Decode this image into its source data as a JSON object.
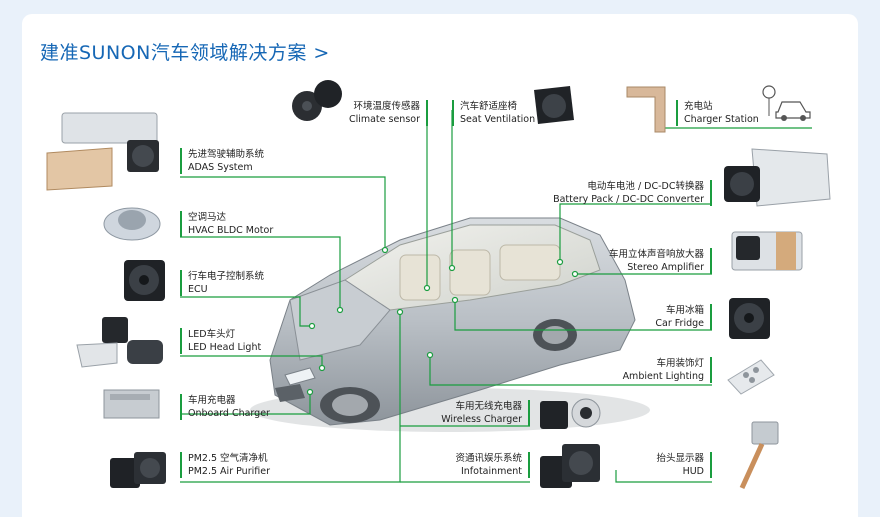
{
  "title": "建准SUNON汽车领域解决方案 >",
  "accent": "#1667b5",
  "line_color": "#1a9d3f",
  "labels": {
    "climate": {
      "cn": "环境温度传感器",
      "en": "Climate sensor"
    },
    "seat": {
      "cn": "汽车舒适座椅",
      "en": "Seat Ventilation"
    },
    "charger_station": {
      "cn": "充电站",
      "en": "Charger Station"
    },
    "adas": {
      "cn": "先进驾驶辅助系统",
      "en": "ADAS System"
    },
    "hvac": {
      "cn": "空调马达",
      "en": "HVAC BLDC Motor"
    },
    "ecu": {
      "cn": "行车电子控制系统",
      "en": "ECU"
    },
    "headlight": {
      "cn": "LED车头灯",
      "en": "LED Head Light"
    },
    "onboard": {
      "cn": "车用充电器",
      "en": "Onboard Charger"
    },
    "pm25": {
      "cn": "PM2.5 空气清净机",
      "en": "PM2.5 Air Purifier"
    },
    "battery": {
      "cn": "电动车电池 / DC-DC转换器",
      "en": "Battery Pack / DC-DC Converter"
    },
    "stereo": {
      "cn": "车用立体声音响放大器",
      "en": "Stereo Amplifier"
    },
    "fridge": {
      "cn": "车用冰箱",
      "en": "Car Fridge"
    },
    "ambient": {
      "cn": "车用装饰灯",
      "en": "Ambient Lighting"
    },
    "wireless": {
      "cn": "车用无线充电器",
      "en": "Wireless Charger"
    },
    "infotainment": {
      "cn": "资通讯娱乐系统",
      "en": "Infotainment"
    },
    "hud": {
      "cn": "抬头显示器",
      "en": "HUD"
    }
  },
  "icons": {
    "fan": "fan-icon",
    "blower": "blower-icon",
    "heatsink": "heatsink-icon",
    "car": "car-icon",
    "ev_charger": "ev-charger-icon"
  }
}
